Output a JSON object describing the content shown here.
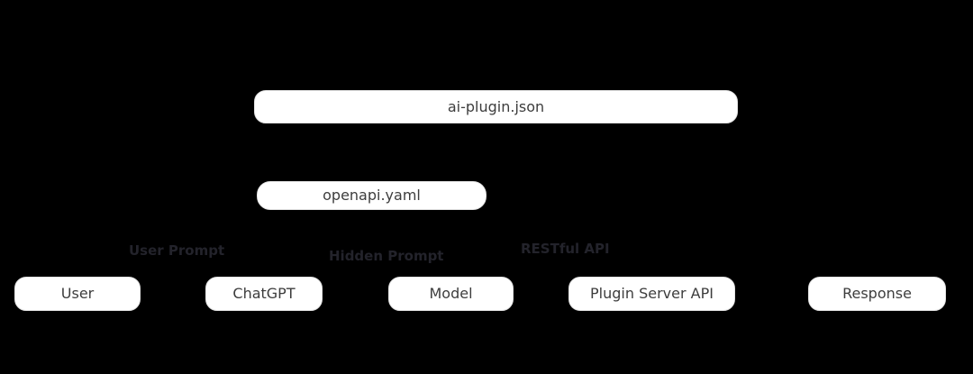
{
  "diagram": {
    "background_color": "#000000",
    "node_fill_color": "#ffffff",
    "node_text_color": "#3d3d3d",
    "edge_label_color": "#23232b",
    "nodes": [
      {
        "id": "ai-plugin-json",
        "label": "ai-plugin.json"
      },
      {
        "id": "openapi-yaml",
        "label": "openapi.yaml"
      },
      {
        "id": "user",
        "label": "User"
      },
      {
        "id": "chatgpt",
        "label": "ChatGPT"
      },
      {
        "id": "model",
        "label": "Model"
      },
      {
        "id": "plugin-server-api",
        "label": "Plugin Server API"
      },
      {
        "id": "response",
        "label": "Response"
      }
    ],
    "edge_labels": [
      {
        "id": "user-prompt",
        "label": "User Prompt"
      },
      {
        "id": "hidden-prompt",
        "label": "Hidden Prompt"
      },
      {
        "id": "restful-api",
        "label": "RESTful API"
      }
    ]
  }
}
